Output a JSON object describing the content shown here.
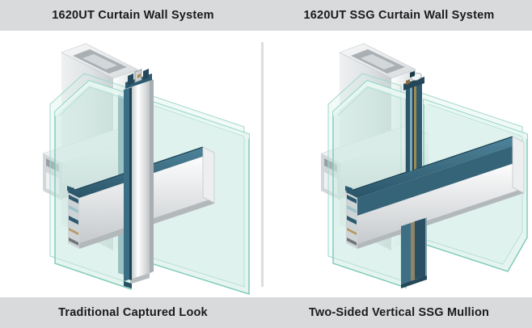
{
  "header": {
    "left_title": "1620UT Curtain Wall System",
    "right_title": "1620UT SSG Curtain Wall System"
  },
  "footer": {
    "left_caption": "Traditional Captured Look",
    "right_caption": "Two-Sided Vertical SSG Mullion"
  },
  "panels": [
    {
      "title": "1620UT Curtain Wall System",
      "caption": "Traditional Captured Look",
      "system_type": "captured"
    },
    {
      "title": "1620UT SSG Curtain Wall System",
      "caption": "Two-Sided Vertical SSG Mullion",
      "system_type": "ssg"
    }
  ],
  "colors": {
    "band_background": "#d9dadc",
    "text": "#1a1a1a",
    "background": "#ffffff",
    "glass_fill": "#cdeae2",
    "glass_edge": "#80ccbb",
    "gasket_dark_teal": "#24485a",
    "gasket_mid_teal": "#3f7389",
    "aluminum_light": "#f4f5f6",
    "aluminum_shadow": "#aeb3b7",
    "structural_silicone_tan": "#a08952"
  }
}
